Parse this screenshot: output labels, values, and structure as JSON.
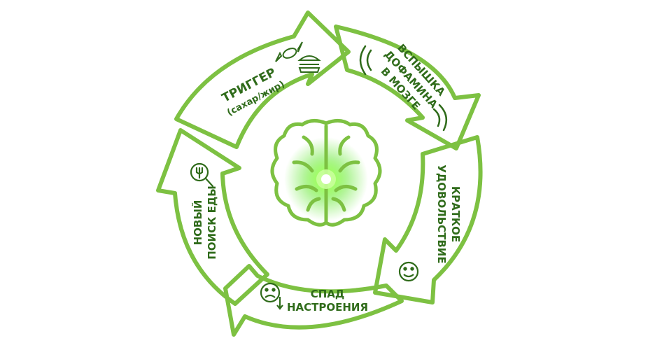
{
  "colors": {
    "accent": "#7dc142",
    "text": "#2f6b1a",
    "glow": "#6fff3a",
    "background": "#ffffff"
  },
  "cycle": {
    "trigger": {
      "title": "ТРИГГЕР",
      "subtitle": "(сахар/жир)",
      "icon": "candy-burger-icon"
    },
    "dopamine": {
      "line1": "ВСПЫШКА",
      "line2": "ДОФАМИНА",
      "line3": "В МОЗГЕ",
      "icon": "signal-waves-icon"
    },
    "pleasure": {
      "line1": "КРАТКОЕ",
      "line2": "УДОВОЛЬСТВИЕ",
      "icon": "smile-face-icon"
    },
    "mood_drop": {
      "line1": "СПАД",
      "line2": "НАСТРОЕНИЯ",
      "icon": "sad-face-icon"
    },
    "new_search": {
      "line1": "НОВЫЙ",
      "line2": "ПОИСК ЕДЫ",
      "icon": "fork-magnifier-icon"
    }
  },
  "center": {
    "icon": "glowing-brain-icon"
  }
}
